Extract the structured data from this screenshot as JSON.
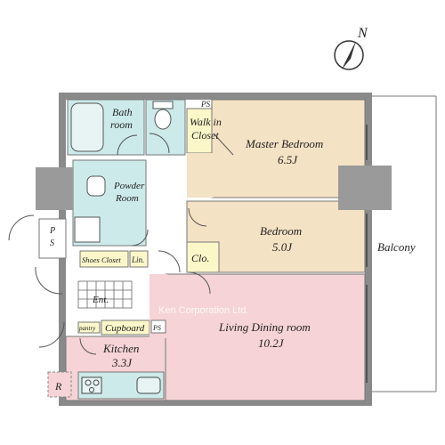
{
  "compass": {
    "north": "N"
  },
  "rooms": {
    "bath": {
      "line1": "Bath",
      "line2": "room"
    },
    "walk_in_closet": {
      "line1": "Walk in",
      "line2": "Closet"
    },
    "ps_top": "PS",
    "master_bedroom": {
      "name": "Master Bedroom",
      "size": "6.5J"
    },
    "powder_room": {
      "line1": "Powder",
      "line2": "Room"
    },
    "bedroom": {
      "name": "Bedroom",
      "size": "5.0J"
    },
    "closet": "Clo.",
    "ps_left": {
      "line1": "P",
      "line2": "S"
    },
    "shoes_closet": "Shoes Closet",
    "linen": "Lin.",
    "entrance": "Ent.",
    "pantry": "pantry",
    "cupboard": "Cupboard",
    "ps_mid": "PS",
    "living_dining": {
      "name": "Living Dining room",
      "size": "10.2J"
    },
    "kitchen": {
      "name": "Kitchen",
      "size": "3.3J"
    },
    "refrigerator": "R",
    "balcony": "Balcony"
  },
  "watermark": "Ken Corporation Ltd.",
  "colors": {
    "bedroom_fill": "#f4e2c4",
    "living_fill": "#f6d3d6",
    "wet_area_fill": "#cdeaea",
    "closet_fill": "#fbf7c9",
    "wall": "#8a8a8a",
    "pillar": "#9a9a9a"
  }
}
